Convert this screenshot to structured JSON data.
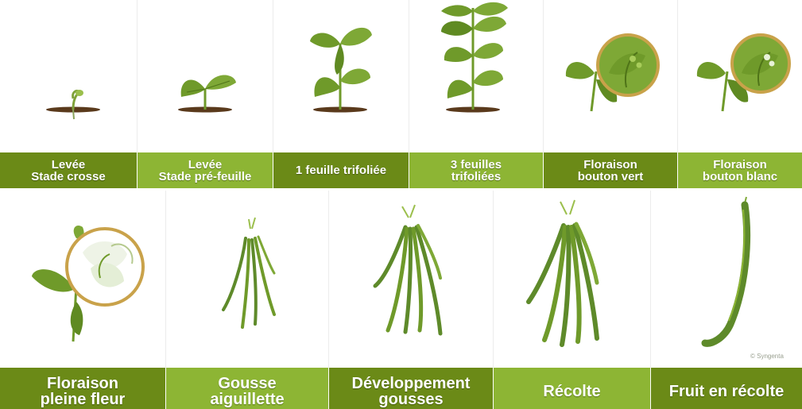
{
  "colors": {
    "band_dark": "#6b8a17",
    "band_light": "#8db534",
    "leaf": "#6f9a2a",
    "leaf_dark": "#4f7418",
    "pod": "#5e8a2a",
    "soil": "#5a3a1c",
    "lens_ring": "#c9a24a"
  },
  "stages_row1": [
    {
      "label": "Levée\nStade crosse",
      "icon": "seedling-crook-icon"
    },
    {
      "label": "Levée\nStade pré-feuille",
      "icon": "seedling-first-leaves-icon"
    },
    {
      "label": "1 feuille trifoliée",
      "icon": "plant-one-trifoliate-icon"
    },
    {
      "label": "3 feuilles\ntrifoliées",
      "icon": "plant-three-trifoliate-icon"
    },
    {
      "label": "Floraison\nbouton vert",
      "icon": "plant-green-bud-icon"
    },
    {
      "label": "Floraison\nbouton blanc",
      "icon": "plant-white-bud-icon"
    }
  ],
  "stages_row2": [
    {
      "label": "Floraison\npleine fleur",
      "icon": "plant-full-bloom-icon"
    },
    {
      "label": "Gousse\naiguillette",
      "icon": "needle-pods-icon"
    },
    {
      "label": "Développement\ngousses",
      "icon": "developing-pods-icon"
    },
    {
      "label": "Récolte",
      "icon": "harvest-pods-icon"
    },
    {
      "label": "Fruit en récolte",
      "icon": "single-bean-pod-icon"
    }
  ],
  "copyright": "© Syngenta"
}
